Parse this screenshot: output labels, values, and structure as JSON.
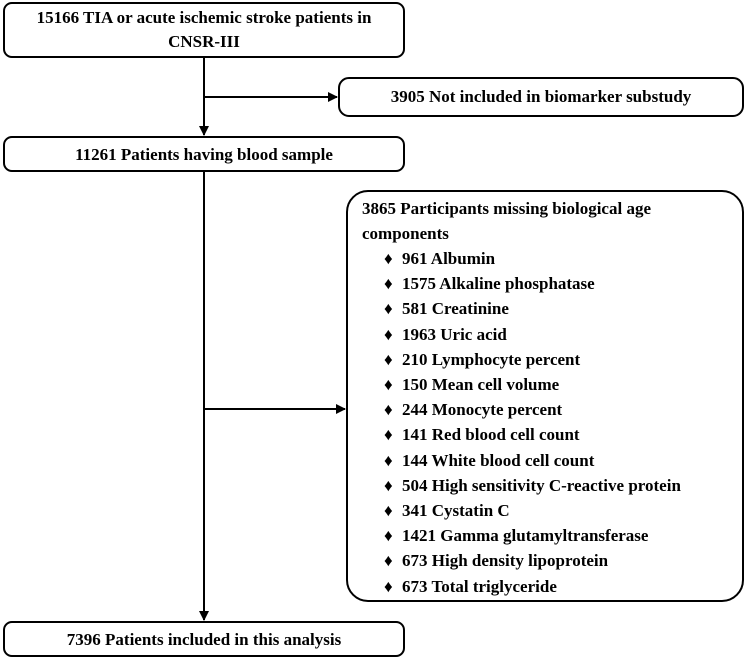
{
  "flow": {
    "start": "15166 TIA or acute ischemic stroke patients in CNSR-III",
    "excluded_substudy": "3905 Not included in biomarker substudy",
    "blood_sample": "11261 Patients having blood sample",
    "missing": {
      "title": "3865 Participants missing biological age components",
      "bullet_glyph": "♦",
      "items": [
        "961 Albumin",
        "1575 Alkaline phosphatase",
        "581 Creatinine",
        "1963 Uric acid",
        "210 Lymphocyte percent",
        "150 Mean cell volume",
        "244 Monocyte percent",
        "141 Red blood cell count",
        "144 White blood cell count",
        "504 High sensitivity C-reactive protein",
        "341 Cystatin C",
        "1421 Gamma glutamyltransferase",
        "673 High density lipoprotein",
        "673 Total triglyceride"
      ]
    },
    "final": "7396 Patients included in this analysis"
  },
  "colors": {
    "line": "#000000",
    "background": "#ffffff"
  }
}
